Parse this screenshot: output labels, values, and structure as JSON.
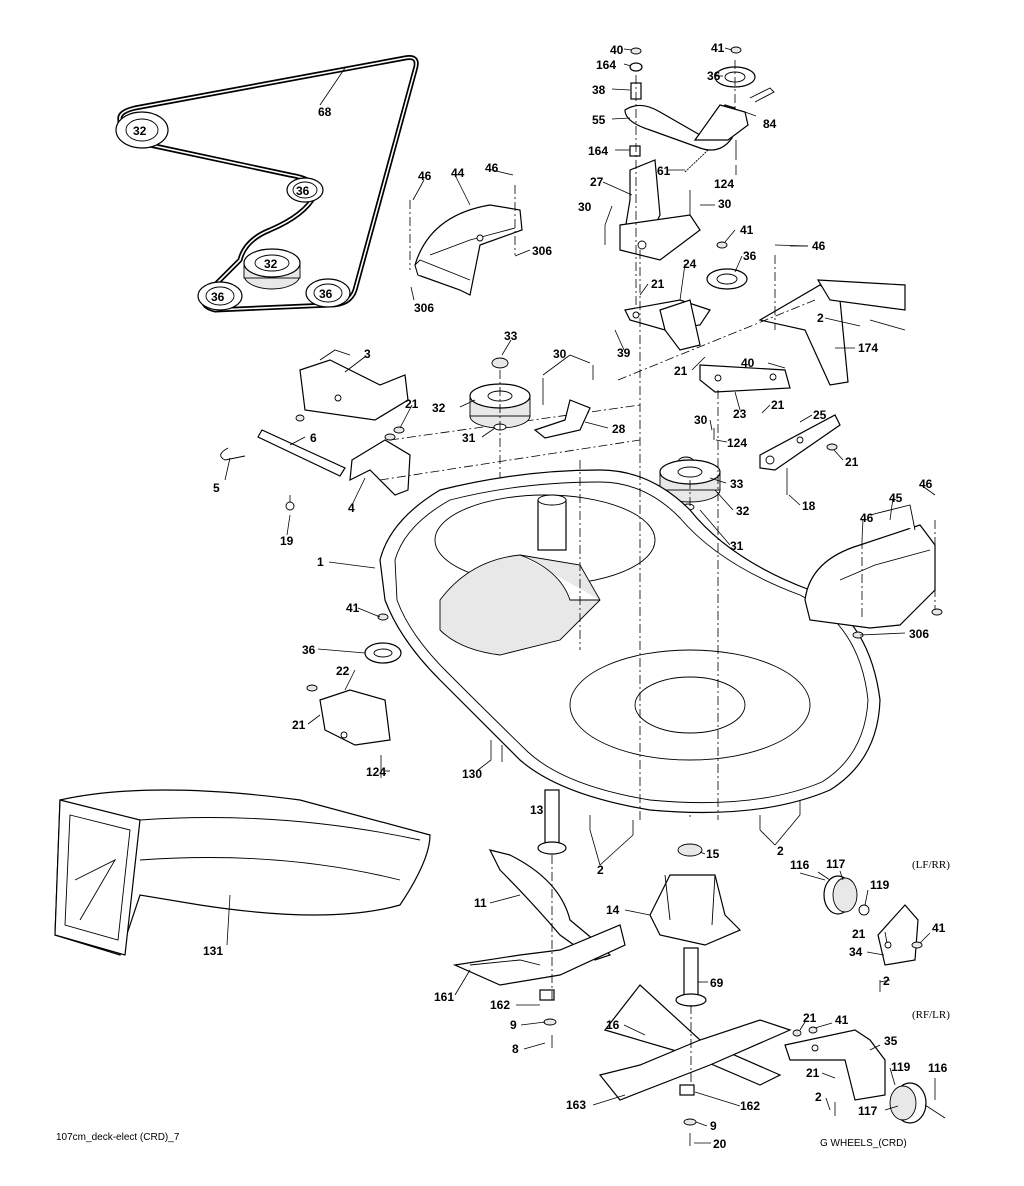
{
  "callouts": {
    "c40a": "40",
    "c164a": "164",
    "c38": "38",
    "c55": "55",
    "c164b": "164",
    "c41a": "41",
    "c36a": "36",
    "c84": "84",
    "c124a": "124",
    "c61": "61",
    "c27": "27",
    "c30a": "30",
    "c30b": "30",
    "c41b": "41",
    "c36b": "36",
    "c46a": "46",
    "c2a": "2",
    "c174": "174",
    "c21a": "21",
    "c24": "24",
    "c39": "39",
    "c21b": "21",
    "c40b": "40",
    "c23": "23",
    "c21c": "21",
    "c25": "25",
    "c30c": "30",
    "c124b": "124",
    "c21d": "21",
    "c18": "18",
    "c46b": "46",
    "c44": "44",
    "c46c": "46",
    "c306a": "306",
    "c306b": "306",
    "c68": "68",
    "c3": "3",
    "c21e": "21",
    "c6": "6",
    "c5": "5",
    "c4": "4",
    "c19": "19",
    "c33a": "33",
    "c32a": "32",
    "c31a": "31",
    "c30d": "30",
    "c28": "28",
    "c33b": "33",
    "c32b": "32",
    "c31b": "31",
    "c46d": "46",
    "c45": "45",
    "c46e": "46",
    "c306c": "306",
    "c1": "1",
    "c41c": "41",
    "c36c": "36",
    "c22": "22",
    "c21f": "21",
    "c124c": "124",
    "c130": "130",
    "c13": "13",
    "c2b": "2",
    "c15": "15",
    "c2c": "2",
    "c11": "11",
    "c14": "14",
    "c131": "131",
    "c161": "161",
    "c162a": "162",
    "c9a": "9",
    "c8": "8",
    "c69": "69",
    "c16": "16",
    "c163": "163",
    "c162b": "162",
    "c9b": "9",
    "c20": "20",
    "c116a": "116",
    "c117a": "117",
    "c119a": "119",
    "c21g": "21",
    "c41d": "41",
    "c34": "34",
    "c2d": "2",
    "c21h": "21",
    "c41e": "41",
    "c35": "35",
    "c21i": "21",
    "c119b": "119",
    "c116b": "116",
    "c2e": "2",
    "c117b": "117"
  },
  "pulley_labels": {
    "p32a": "32",
    "p36a": "36",
    "p32b": "32",
    "p36b": "36",
    "p36c": "36"
  },
  "variants": {
    "lf_rr": "(LF/RR)",
    "rf_lr": "(RF/LR)"
  },
  "captions": {
    "drawing_code": "107cm_deck-elect (CRD)_7",
    "wheels_code": "G WHEELS_(CRD)"
  }
}
